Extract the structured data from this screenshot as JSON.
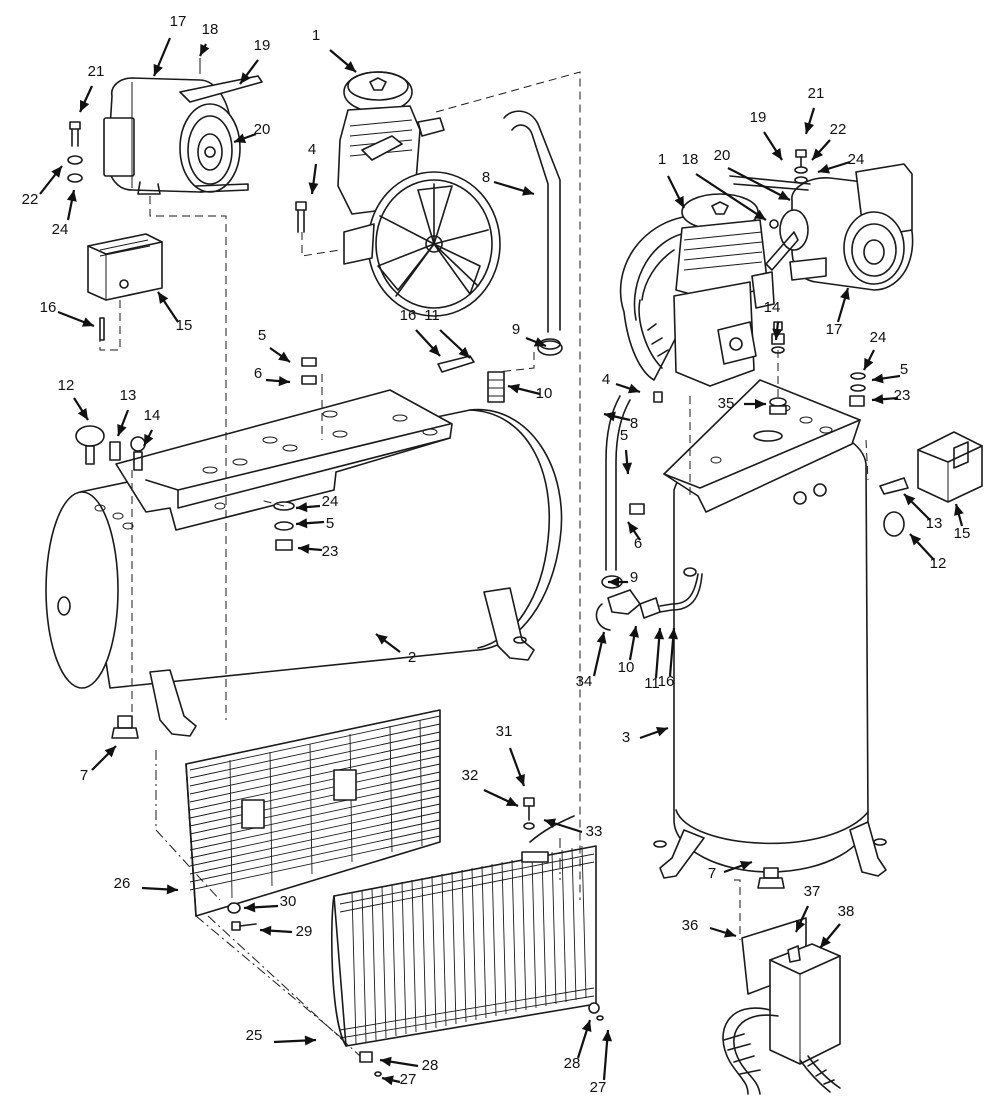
{
  "callouts": [
    {
      "id": "c1a",
      "label": "1"
    },
    {
      "id": "c1b",
      "label": "1"
    },
    {
      "id": "c2",
      "label": "2"
    },
    {
      "id": "c3",
      "label": "3"
    },
    {
      "id": "c4a",
      "label": "4"
    },
    {
      "id": "c4b",
      "label": "4"
    },
    {
      "id": "c5a",
      "label": "5"
    },
    {
      "id": "c5b",
      "label": "5"
    },
    {
      "id": "c5c",
      "label": "5"
    },
    {
      "id": "c5d",
      "label": "5"
    },
    {
      "id": "c6a",
      "label": "6"
    },
    {
      "id": "c6b",
      "label": "6"
    },
    {
      "id": "c7a",
      "label": "7"
    },
    {
      "id": "c7b",
      "label": "7"
    },
    {
      "id": "c8a",
      "label": "8"
    },
    {
      "id": "c8b",
      "label": "8"
    },
    {
      "id": "c9a",
      "label": "9"
    },
    {
      "id": "c9b",
      "label": "9"
    },
    {
      "id": "c10a",
      "label": "10"
    },
    {
      "id": "c10b",
      "label": "10"
    },
    {
      "id": "c11a",
      "label": "11"
    },
    {
      "id": "c11b",
      "label": "11"
    },
    {
      "id": "c12a",
      "label": "12"
    },
    {
      "id": "c12b",
      "label": "12"
    },
    {
      "id": "c13a",
      "label": "13"
    },
    {
      "id": "c13b",
      "label": "13"
    },
    {
      "id": "c14a",
      "label": "14"
    },
    {
      "id": "c14b",
      "label": "14"
    },
    {
      "id": "c15a",
      "label": "15"
    },
    {
      "id": "c15b",
      "label": "15"
    },
    {
      "id": "c16a",
      "label": "16"
    },
    {
      "id": "c16b",
      "label": "16"
    },
    {
      "id": "c16c",
      "label": "16"
    },
    {
      "id": "c17a",
      "label": "17"
    },
    {
      "id": "c17b",
      "label": "17"
    },
    {
      "id": "c18a",
      "label": "18"
    },
    {
      "id": "c18b",
      "label": "18"
    },
    {
      "id": "c19a",
      "label": "19"
    },
    {
      "id": "c19b",
      "label": "19"
    },
    {
      "id": "c20a",
      "label": "20"
    },
    {
      "id": "c20b",
      "label": "20"
    },
    {
      "id": "c21a",
      "label": "21"
    },
    {
      "id": "c21b",
      "label": "21"
    },
    {
      "id": "c22a",
      "label": "22"
    },
    {
      "id": "c22b",
      "label": "22"
    },
    {
      "id": "c23a",
      "label": "23"
    },
    {
      "id": "c23b",
      "label": "23"
    },
    {
      "id": "c24a",
      "label": "24"
    },
    {
      "id": "c24b",
      "label": "24"
    },
    {
      "id": "c24c",
      "label": "24"
    },
    {
      "id": "c24d",
      "label": "24"
    },
    {
      "id": "c25",
      "label": "25"
    },
    {
      "id": "c26",
      "label": "26"
    },
    {
      "id": "c27a",
      "label": "27"
    },
    {
      "id": "c27b",
      "label": "27"
    },
    {
      "id": "c28a",
      "label": "28"
    },
    {
      "id": "c28b",
      "label": "28"
    },
    {
      "id": "c29",
      "label": "29"
    },
    {
      "id": "c30",
      "label": "30"
    },
    {
      "id": "c31",
      "label": "31"
    },
    {
      "id": "c32",
      "label": "32"
    },
    {
      "id": "c33",
      "label": "33"
    },
    {
      "id": "c34",
      "label": "34"
    },
    {
      "id": "c35",
      "label": "35"
    },
    {
      "id": "c36",
      "label": "36"
    },
    {
      "id": "c37",
      "label": "37"
    },
    {
      "id": "c38",
      "label": "38"
    }
  ]
}
